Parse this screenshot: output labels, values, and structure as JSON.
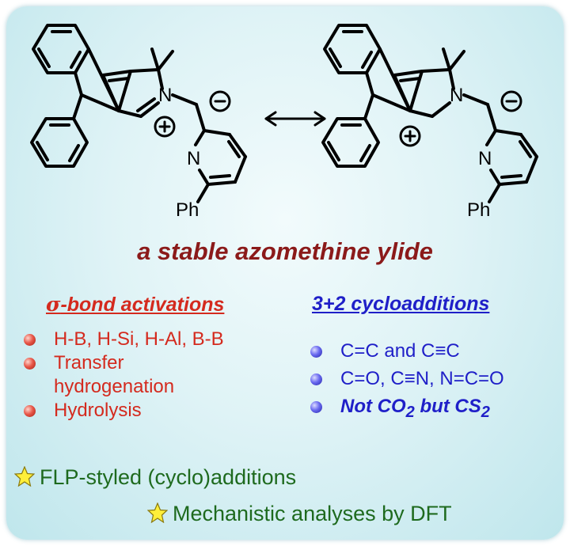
{
  "molecule_labels": {
    "n_left": "N",
    "n_right": "N",
    "pyridine_n_left": "N",
    "pyridine_n_right": "N",
    "ph_left": "Ph",
    "ph_right": "Ph",
    "plus_charge": "+",
    "minus_charge": "−"
  },
  "title": "a stable azomethine ylide",
  "left_section": {
    "header_sigma": "σ",
    "header_rest": "-bond activations",
    "items": [
      "H-B, H-Si, H-Al, B-B",
      "Transfer",
      "hydrogenation",
      "Hydrolysis"
    ]
  },
  "right_section": {
    "header": "3+2 cycloadditions",
    "items": [
      "C=C and C≡C",
      "C=O, C≡N, N=C=O"
    ],
    "last_item": {
      "text1": "Not CO",
      "sub1": "2",
      "text2": " but CS",
      "sub2": "2"
    }
  },
  "highlights": [
    "FLP-styled (cyclo)additions",
    "Mechanistic analyses by DFT"
  ],
  "colors": {
    "title": "#8b1a1a",
    "left_text": "#d42a1e",
    "right_text": "#1f1fc8",
    "highlight_text": "#1e6a1e",
    "background": "#d6eff3"
  }
}
